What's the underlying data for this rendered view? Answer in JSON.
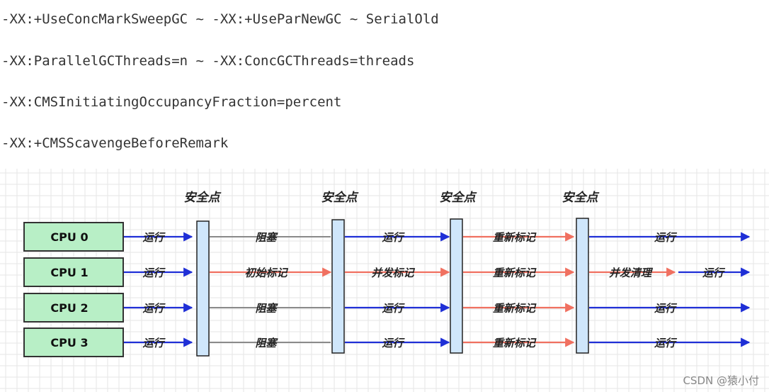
{
  "options": [
    "-XX:+UseConcMarkSweepGC ~ -XX:+UseParNewGC ~ SerialOld",
    "-XX:ParallelGCThreads=n ~ -XX:ConcGCThreads=threads",
    "-XX:CMSInitiatingOccupancyFraction=percent",
    "-XX:+CMSScavengeBeforeRemark"
  ],
  "diagram": {
    "safepoint_label": "安全点",
    "colors": {
      "grid": "#e6e6e6",
      "cpu_fill": "#b8efc6",
      "cpu_border": "#333333",
      "safepoint_fill": "#cfe6fb",
      "blue": "#1f2fd6",
      "red": "#f07060",
      "gray": "#8a8a8a"
    },
    "cpus": [
      {
        "label": "CPU 0",
        "segments": [
          {
            "label": "运行",
            "kind": "blue"
          },
          {
            "label": "阻塞",
            "kind": "gray"
          },
          {
            "label": "运行",
            "kind": "blue"
          },
          {
            "label": "重新标记",
            "kind": "red"
          },
          {
            "label": "运行",
            "kind": "blue"
          }
        ]
      },
      {
        "label": "CPU 1",
        "segments": [
          {
            "label": "运行",
            "kind": "blue"
          },
          {
            "label": "初始标记",
            "kind": "red"
          },
          {
            "label": "并发标记",
            "kind": "red"
          },
          {
            "label": "重新标记",
            "kind": "red"
          },
          {
            "label": "并发清理",
            "kind": "red"
          },
          {
            "label": "运行",
            "kind": "blue"
          }
        ]
      },
      {
        "label": "CPU 2",
        "segments": [
          {
            "label": "运行",
            "kind": "blue"
          },
          {
            "label": "阻塞",
            "kind": "gray"
          },
          {
            "label": "运行",
            "kind": "blue"
          },
          {
            "label": "重新标记",
            "kind": "red"
          },
          {
            "label": "运行",
            "kind": "blue"
          }
        ]
      },
      {
        "label": "CPU 3",
        "segments": [
          {
            "label": "运行",
            "kind": "blue"
          },
          {
            "label": "阻塞",
            "kind": "gray"
          },
          {
            "label": "运行",
            "kind": "blue"
          },
          {
            "label": "重新标记",
            "kind": "red"
          },
          {
            "label": "运行",
            "kind": "blue"
          }
        ]
      }
    ]
  },
  "watermark": "CSDN @猿小付"
}
